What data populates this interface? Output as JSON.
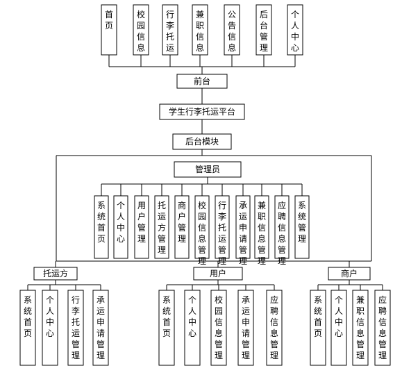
{
  "front_pages": [
    "首页",
    "校园信息",
    "行李托运",
    "兼职信息",
    "公告信息",
    "后台管理",
    "个人中心"
  ],
  "front_label": "前台",
  "platform_label": "学生行李托运平台",
  "backend_label": "后台模块",
  "admin": {
    "label": "管理员",
    "modules": [
      "系统首页",
      "个人中心",
      "用户管理",
      "托运方管理",
      "商户管理",
      "校园信息管理",
      "行李托运管理",
      "承运申请管理",
      "兼职信息管理",
      "应聘信息管理",
      "系统管理"
    ]
  },
  "roles": [
    {
      "label": "托运方",
      "modules": [
        "系统首页",
        "个人中心",
        "行李托运管理",
        "承运申请管理"
      ]
    },
    {
      "label": "用户",
      "modules": [
        "系统首页",
        "个人中心",
        "校园信息管理",
        "承运申请管理",
        "应聘信息管理"
      ]
    },
    {
      "label": "商户",
      "modules": [
        "系统首页",
        "个人中心",
        "兼职信息管理",
        "应聘信息管理"
      ]
    }
  ]
}
